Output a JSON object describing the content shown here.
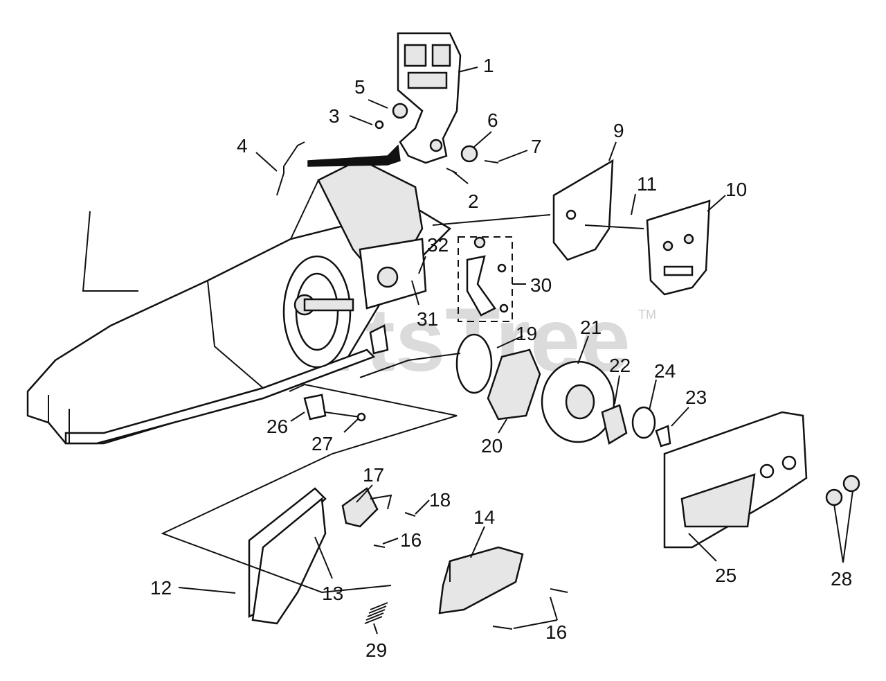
{
  "watermark": {
    "brand": "PartsTree",
    "trademark": "TM"
  },
  "callouts": {
    "c1": "1",
    "c2": "2",
    "c3": "3",
    "c4": "4",
    "c5": "5",
    "c6": "6",
    "c7": "7",
    "c9": "9",
    "c10": "10",
    "c11": "11",
    "c12": "12",
    "c13": "13",
    "c14": "14",
    "c16a": "16",
    "c16b": "16",
    "c17": "17",
    "c18": "18",
    "c19": "19",
    "c20": "20",
    "c21": "21",
    "c22": "22",
    "c23": "23",
    "c24": "24",
    "c25": "25",
    "c26": "26",
    "c27": "27",
    "c28": "28",
    "c29": "29",
    "c30": "30",
    "c31": "31",
    "c32": "32"
  }
}
